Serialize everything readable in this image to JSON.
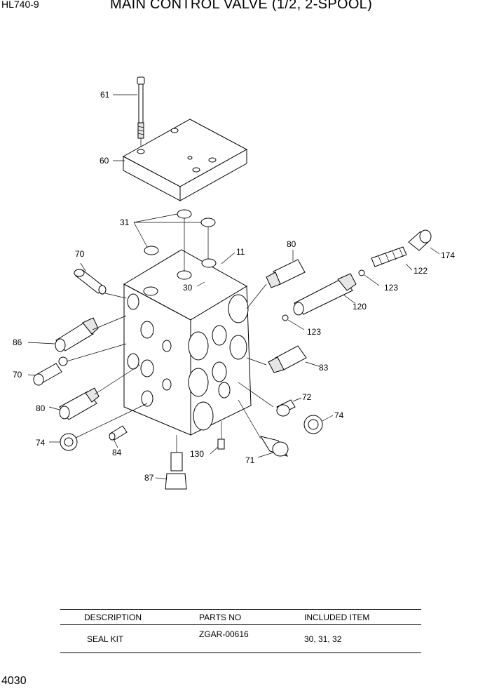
{
  "header": {
    "model": "HL740-9",
    "title": "MAIN CONTROL VALVE (1/2, 2-SPOOL)"
  },
  "page_number": "4030",
  "callouts": [
    "61",
    "60",
    "31",
    "11",
    "30",
    "70",
    "80",
    "174",
    "122",
    "123",
    "120",
    "86",
    "123",
    "70",
    "83",
    "80",
    "72",
    "74",
    "74",
    "84",
    "130",
    "71",
    "87"
  ],
  "parts_table": {
    "headers": [
      "DESCRIPTION",
      "PARTS NO",
      "INCLUDED ITEM"
    ],
    "rows": [
      {
        "description": "SEAL KIT",
        "parts_no": "ZGAR-00616",
        "included": "30, 31, 32"
      }
    ]
  }
}
